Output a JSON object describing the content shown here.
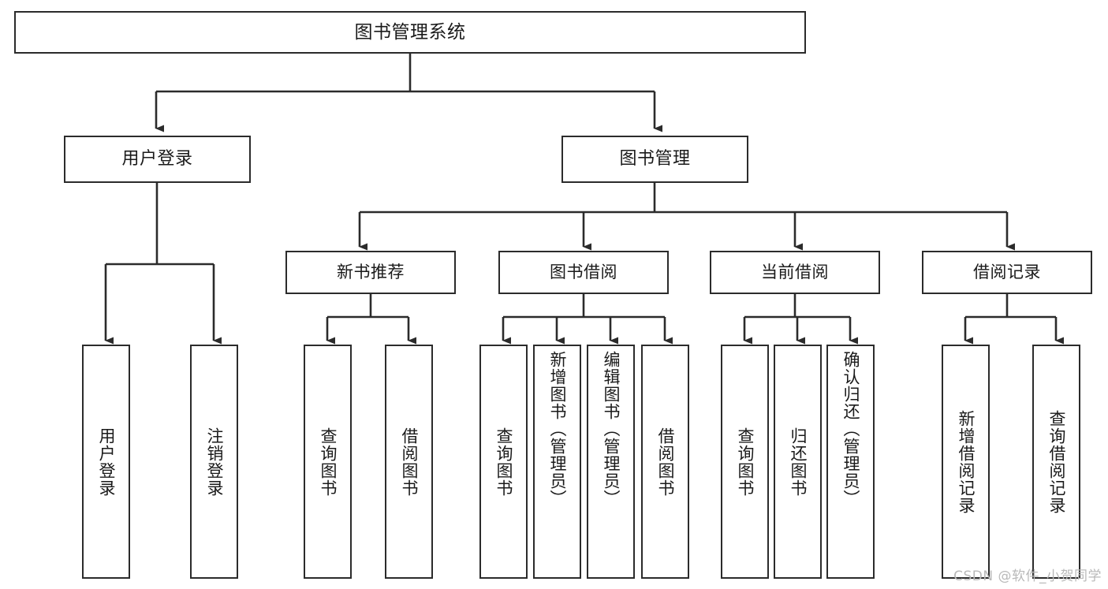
{
  "diagram": {
    "title": "图书管理系统",
    "type": "hierarchy-tree",
    "root": {
      "label": "图书管理系统",
      "children": [
        {
          "label": "用户登录",
          "children": [
            {
              "label": "用户登录"
            },
            {
              "label": "注销登录"
            }
          ]
        },
        {
          "label": "图书管理",
          "children": [
            {
              "label": "新书推荐",
              "children": [
                {
                  "label": "查询图书"
                },
                {
                  "label": "借阅图书"
                }
              ]
            },
            {
              "label": "图书借阅",
              "children": [
                {
                  "label": "查询图书"
                },
                {
                  "label": "新增图书（管理员）"
                },
                {
                  "label": "编辑图书（管理员）"
                },
                {
                  "label": "借阅图书"
                }
              ]
            },
            {
              "label": "当前借阅",
              "children": [
                {
                  "label": "查询图书"
                },
                {
                  "label": "归还图书"
                },
                {
                  "label": "确认归还（管理员）"
                }
              ]
            },
            {
              "label": "借阅记录",
              "children": [
                {
                  "label": "新增借阅记录"
                },
                {
                  "label": "查询借阅记录"
                }
              ]
            }
          ]
        }
      ]
    },
    "nodes": {
      "root": "图书管理系统",
      "user_login": "用户登录",
      "book_manage": "图书管理",
      "new_book_rec": "新书推荐",
      "book_borrow": "图书借阅",
      "current_borrow": "当前借阅",
      "borrow_record": "借阅记录",
      "leaf_user_login": "用户登录",
      "leaf_logout": "注销登录",
      "leaf_query_book_1": "查询图书",
      "leaf_borrow_book_1": "借阅图书",
      "leaf_query_book_2": "查询图书",
      "leaf_add_book": "新增图书（管理员）",
      "leaf_edit_book": "编辑图书（管理员）",
      "leaf_borrow_book_2": "借阅图书",
      "leaf_query_book_3": "查询图书",
      "leaf_return_book": "归还图书",
      "leaf_confirm_return": "确认归还（管理员）",
      "leaf_add_record": "新增借阅记录",
      "leaf_query_record": "查询借阅记录"
    },
    "colors": {
      "stroke": "#2b2b2b",
      "fill": "#ffffff",
      "text": "#1a1a1a",
      "watermark": "#b9b9b9"
    }
  },
  "watermark": {
    "text": "CSDN @软件_小贺同学"
  }
}
